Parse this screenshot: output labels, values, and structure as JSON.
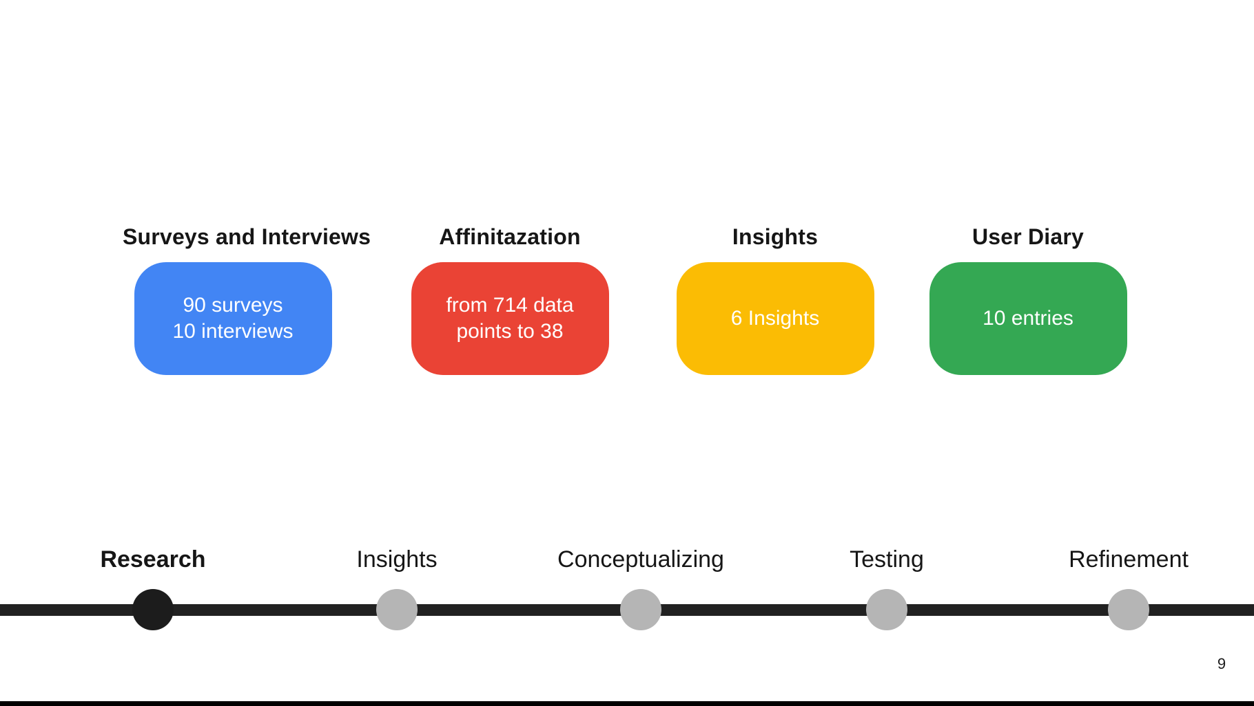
{
  "page": {
    "number": "9"
  },
  "colors": {
    "blue": "#4285F4",
    "red": "#EA4335",
    "yellow": "#FBBC04",
    "green": "#34A853",
    "line": "#212121",
    "active_dot": "#1C1C1C",
    "inactive_dot": "#B5B5B5"
  },
  "cards": [
    {
      "title": "Surveys and Interviews",
      "color": "#4285F4",
      "lines": [
        "90 surveys",
        "10 interviews"
      ]
    },
    {
      "title": "Affinitazation",
      "color": "#EA4335",
      "lines": [
        "from 714 data",
        "points to 38"
      ]
    },
    {
      "title": "Insights",
      "color": "#FBBC04",
      "lines": [
        "6 Insights"
      ]
    },
    {
      "title": "User Diary",
      "color": "#34A853",
      "lines": [
        "10 entries"
      ]
    }
  ],
  "timeline": {
    "stages": [
      {
        "label": "Research",
        "state": "active",
        "dot_color": "#1C1C1C"
      },
      {
        "label": "Insights",
        "state": "upcoming",
        "dot_color": "#B5B5B5"
      },
      {
        "label": "Conceptualizing",
        "state": "upcoming",
        "dot_color": "#B5B5B5"
      },
      {
        "label": "Testing",
        "state": "upcoming",
        "dot_color": "#B5B5B5"
      },
      {
        "label": "Refinement",
        "state": "upcoming",
        "dot_color": "#B5B5B5"
      }
    ]
  }
}
